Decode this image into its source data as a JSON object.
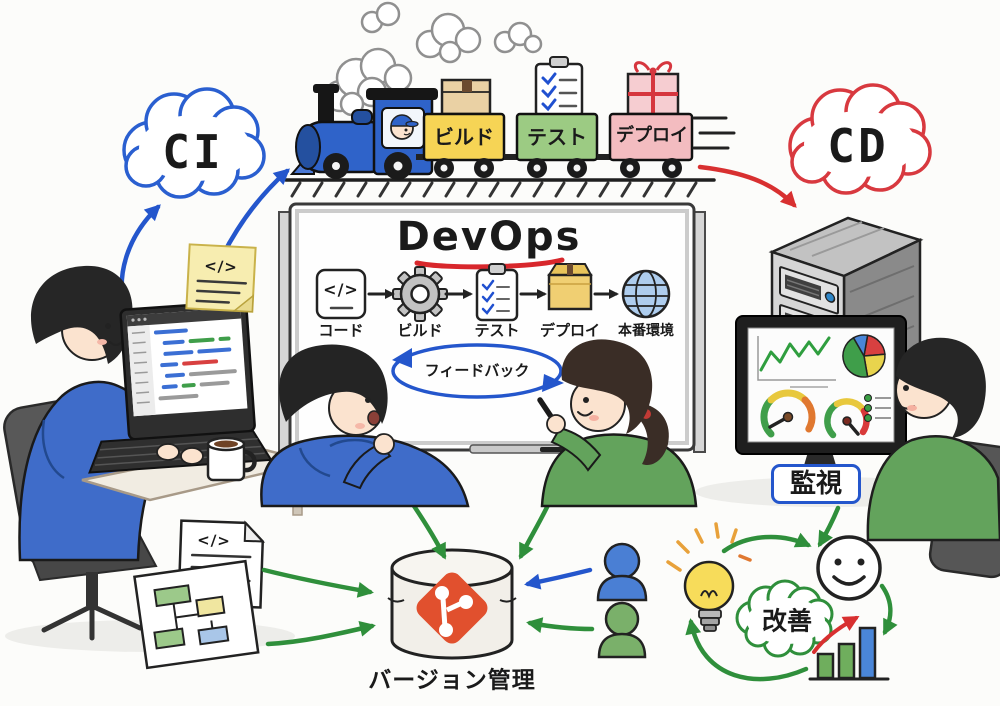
{
  "clouds": {
    "ci": "CI",
    "cd": "CD"
  },
  "train": {
    "cars": [
      {
        "label": "ビルド",
        "color": "#f6d455",
        "cargo": "cardboard-box"
      },
      {
        "label": "テスト",
        "color": "#9ccb83",
        "cargo": "checklist-clipboard"
      },
      {
        "label": "デプロイ",
        "color": "#f3bcc0",
        "cargo": "gift-box"
      }
    ]
  },
  "board": {
    "title": "DevOps",
    "steps": [
      {
        "label": "コード",
        "icon": "code-icon"
      },
      {
        "label": "ビルド",
        "icon": "gear-icon"
      },
      {
        "label": "テスト",
        "icon": "checklist-icon"
      },
      {
        "label": "デプロイ",
        "icon": "package-icon"
      },
      {
        "label": "本番環境",
        "icon": "globe-icon"
      }
    ],
    "feedback": "フィードバック"
  },
  "labels": {
    "monitoring": "監視",
    "version_control": "バージョン管理",
    "improvement": "改善",
    "code_glyph": "</>"
  },
  "colors": {
    "blue": "#2456cc",
    "red": "#d83030",
    "green": "#2f8f3b",
    "git_orange": "#e1502e",
    "build_car": "#f6d455",
    "test_car": "#9ccb83",
    "deploy_car": "#f3bcc0"
  }
}
